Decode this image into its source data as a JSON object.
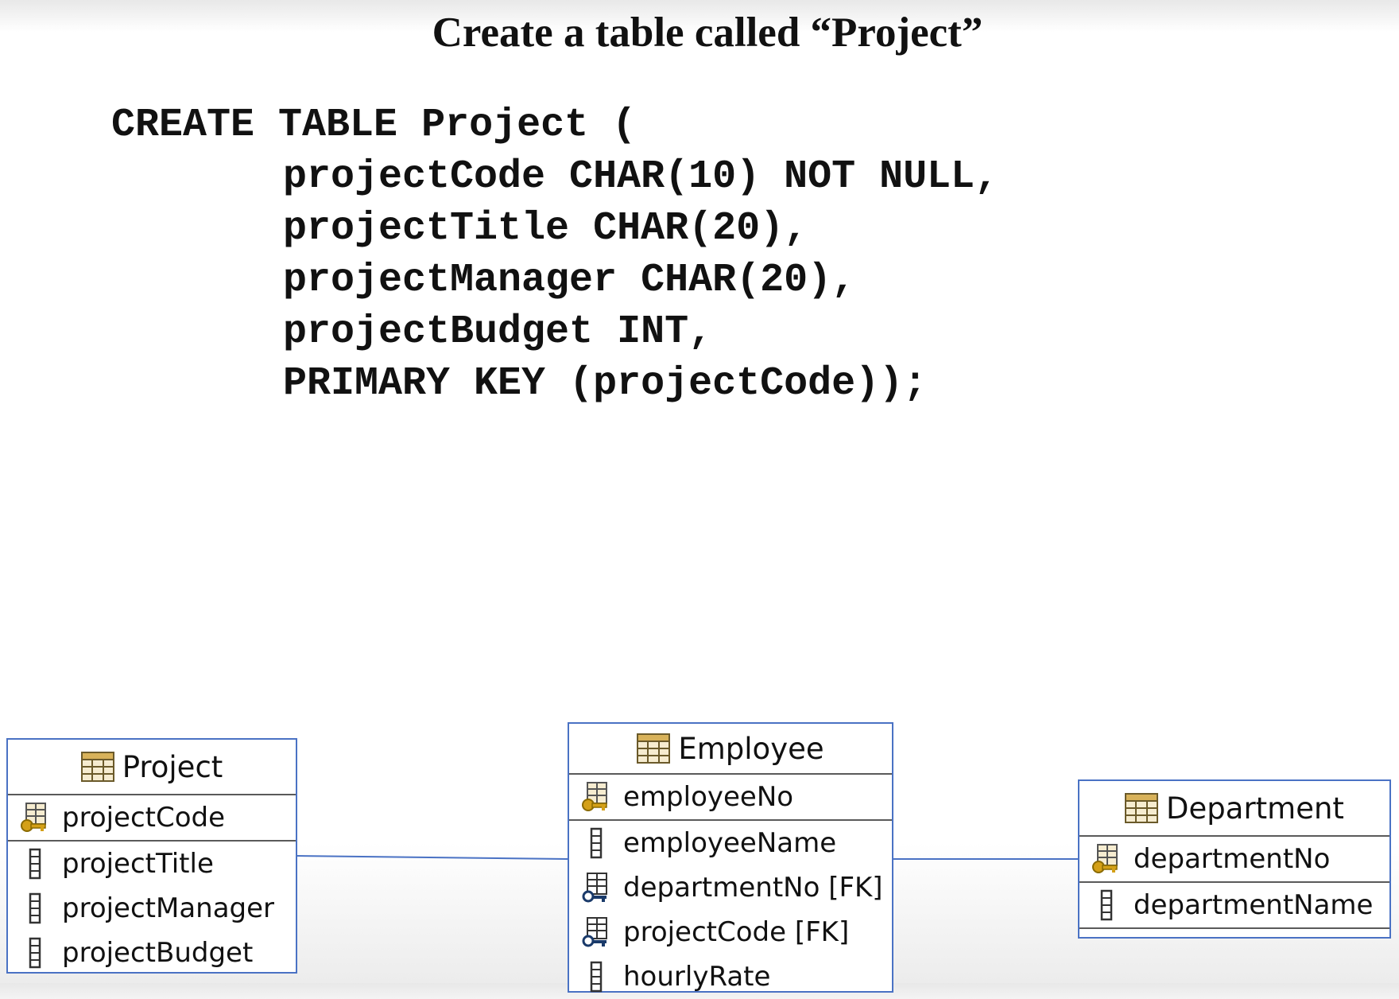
{
  "slide": {
    "title": "Create a table called “Project”"
  },
  "sql": {
    "lines": [
      "CREATE TABLE Project (",
      "projectCode CHAR(10) NOT NULL,",
      "projectTitle CHAR(20),",
      "projectManager CHAR(20),",
      "projectBudget INT,",
      "PRIMARY KEY (projectCode));"
    ]
  },
  "diagram": {
    "colors": {
      "entity_border": "#4a72c4",
      "divider": "#5a5a5a",
      "connector": "#4a72c4",
      "key_icon": "#d4a017"
    },
    "project": {
      "name": "Project",
      "header_icon": "table-icon",
      "primary_key": {
        "label": "projectCode",
        "icon": "primary-key-column-icon"
      },
      "columns": [
        {
          "label": "projectTitle",
          "icon": "column-icon"
        },
        {
          "label": "projectManager",
          "icon": "column-icon"
        },
        {
          "label": "projectBudget",
          "icon": "column-icon"
        }
      ]
    },
    "employee": {
      "name": "Employee",
      "header_icon": "table-icon",
      "primary_key": {
        "label": "employeeNo",
        "icon": "primary-key-column-icon"
      },
      "columns": [
        {
          "label": "employeeName",
          "icon": "column-icon"
        },
        {
          "label": "departmentNo [FK]",
          "icon": "foreign-key-column-icon"
        },
        {
          "label": "projectCode [FK]",
          "icon": "foreign-key-column-icon"
        },
        {
          "label": "hourlyRate",
          "icon": "column-icon"
        }
      ]
    },
    "department": {
      "name": "Department",
      "header_icon": "table-icon",
      "primary_key": {
        "label": "departmentNo",
        "icon": "primary-key-column-icon"
      },
      "columns": [
        {
          "label": "departmentName",
          "icon": "column-icon"
        }
      ]
    }
  }
}
